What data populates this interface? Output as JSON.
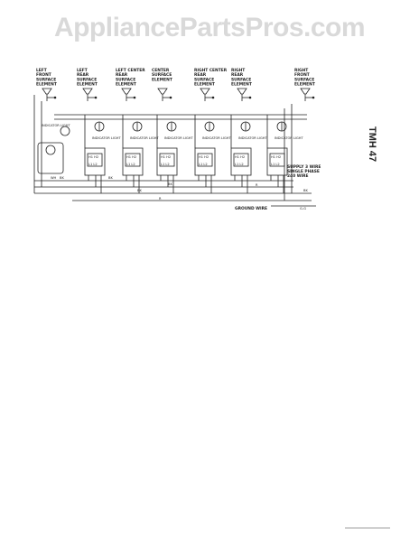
{
  "watermark": "AppliancePartsPros.com",
  "side_label": "TMH 47",
  "elements": [
    {
      "label1": "LEFT",
      "label2": "FRONT",
      "label3": "SURFACE",
      "label4": "ELEMENT"
    },
    {
      "label1": "LEFT",
      "label2": "REAR",
      "label3": "SURFACE",
      "label4": "ELEMENT"
    },
    {
      "label1": "LEFT CENTER",
      "label2": "REAR",
      "label3": "SURFACE",
      "label4": "ELEMENT"
    },
    {
      "label1": "CENTER",
      "label2": "SURFACE",
      "label3": "ELEMENT",
      "label4": ""
    },
    {
      "label1": "RIGHT CENTER",
      "label2": "REAR",
      "label3": "SURFACE",
      "label4": "ELEMENT"
    },
    {
      "label1": "RIGHT",
      "label2": "REAR",
      "label3": "SURFACE",
      "label4": "ELEMENT"
    },
    {
      "label1": "RIGHT",
      "label2": "FRONT",
      "label3": "SURFACE",
      "label4": "ELEMENT"
    }
  ],
  "indicator_label": "INDICATOR LIGHT",
  "wire_labels": {
    "bk": "BK",
    "r": "R",
    "supply": "SUPPLY 3 WIRE",
    "supply2": "SINGLE PHASE",
    "supply3": "240 WIRE",
    "ground": "GROUND WIRE",
    "ground_code": "G-G",
    "wh": "WH"
  },
  "switch_terminals": [
    "H1",
    "H2",
    "L1",
    "L2"
  ]
}
